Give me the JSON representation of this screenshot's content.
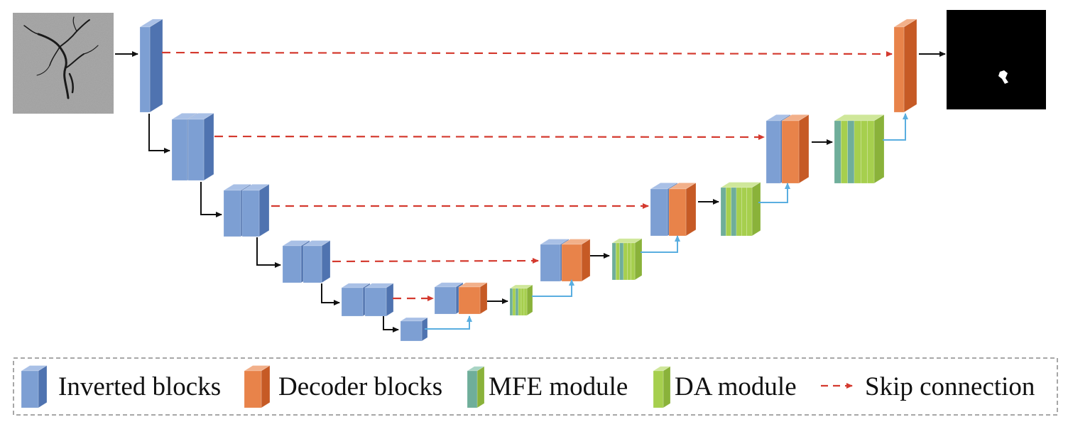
{
  "diagram": {
    "colors": {
      "inverted_front": "#7d9fd3",
      "inverted_top": "#a9c0e6",
      "inverted_side": "#4f73b0",
      "decoder_front": "#e8834a",
      "decoder_top": "#f2b08a",
      "decoder_side": "#c65a25",
      "mfe_front": "#6fae9a",
      "mfe_top": "#a8d4c4",
      "da_front": "#a6cf4e",
      "da_top": "#cfe79a",
      "da_side": "#8ab23a",
      "skip": "#d43a2f",
      "upsample": "#5aaee0",
      "arrow": "#111111",
      "legend_border": "#8a8a8a"
    },
    "input_image": {
      "icon": "angiography-image"
    },
    "output_image": {
      "icon": "segmentation-mask-image"
    },
    "legend": {
      "items": [
        {
          "label": "Inverted blocks",
          "icon": "inverted-block-icon"
        },
        {
          "label": "Decoder blocks",
          "icon": "decoder-block-icon"
        },
        {
          "label": "MFE module",
          "icon": "mfe-module-icon"
        },
        {
          "label": "DA module",
          "icon": "da-module-icon"
        },
        {
          "label": "Skip connection",
          "icon": "skip-connection-icon"
        }
      ]
    }
  }
}
